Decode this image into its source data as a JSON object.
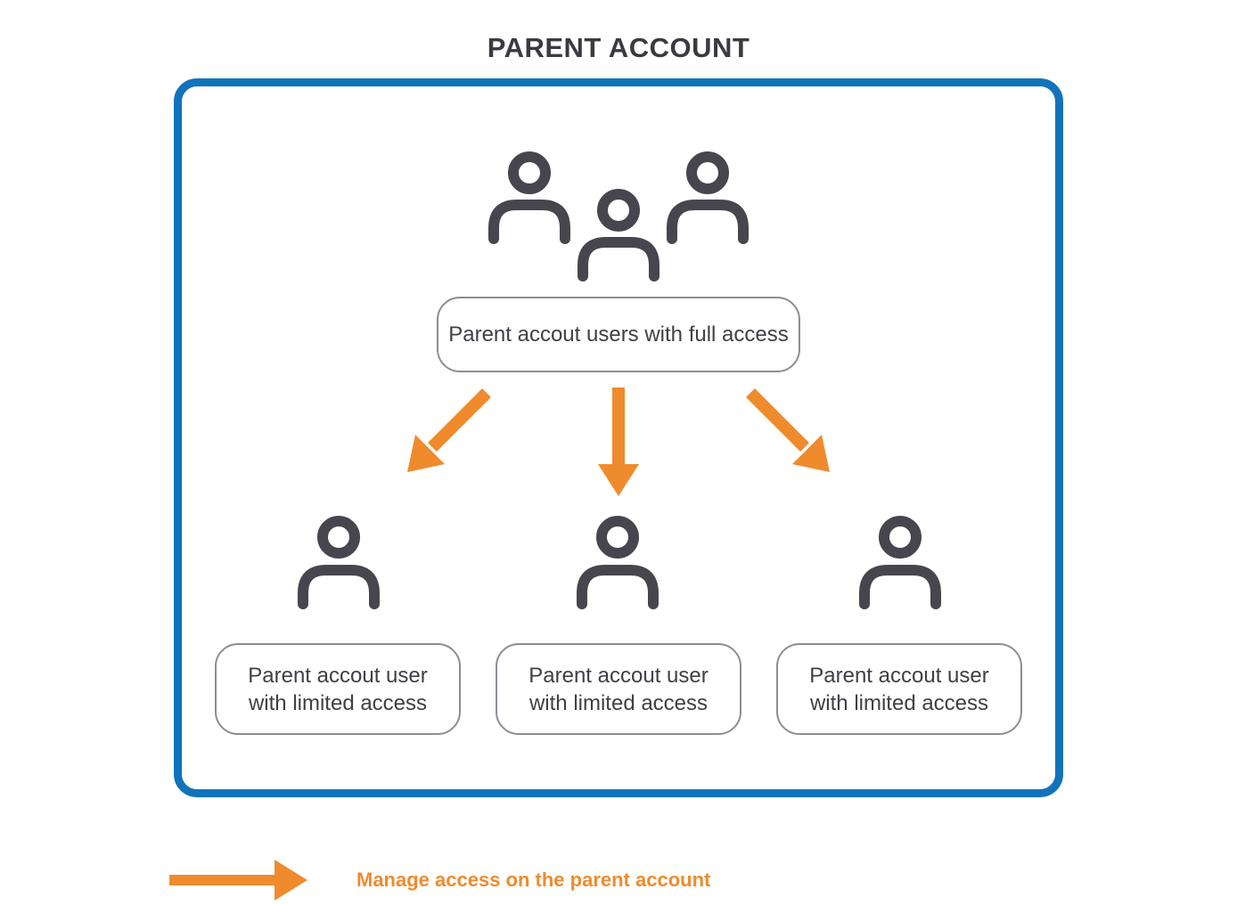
{
  "title": "PARENT ACCOUNT",
  "diagram": {
    "full_access_box": {
      "label": "Parent accout users with full access"
    },
    "limited_boxes": [
      {
        "line1": "Parent accout user",
        "line2": "with limited access"
      },
      {
        "line1": "Parent accout user",
        "line2": "with limited access"
      },
      {
        "line1": "Parent accout user",
        "line2": "with limited access"
      }
    ],
    "icons": {
      "top_group": "group-users-icon",
      "bottom_users": [
        "single-user-icon",
        "single-user-icon",
        "single-user-icon"
      ],
      "arrows": [
        "arrow-down-left-icon",
        "arrow-down-icon",
        "arrow-down-right-icon"
      ]
    }
  },
  "legend": {
    "arrow_icon": "arrow-right-icon",
    "label": "Manage access on the parent account"
  },
  "colors": {
    "frame_blue": "#1173b9",
    "arrow_orange": "#ef8b2d",
    "icon_gray": "#47464e",
    "box_border_gray": "#8d8d94",
    "text_gray": "#3f4046",
    "title_gray": "#3a3a41"
  }
}
